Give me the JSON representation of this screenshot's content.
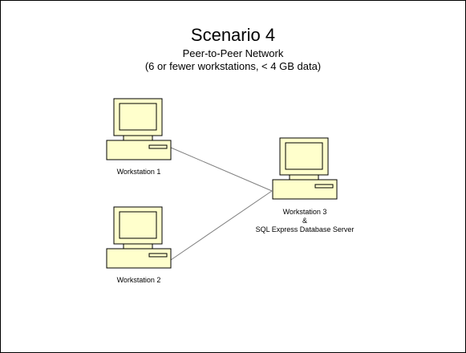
{
  "slide": {
    "title": "Scenario 4",
    "subtitle": "Peer-to-Peer Network",
    "description": "(6 or fewer workstations, < 4 GB data)"
  },
  "nodes": [
    {
      "id": "ws1",
      "label": "Workstation 1",
      "icon": "desktop-computer-icon"
    },
    {
      "id": "ws2",
      "label": "Workstation 2",
      "icon": "desktop-computer-icon"
    },
    {
      "id": "ws3",
      "label_lines": [
        "Workstation 3",
        "&",
        "SQL Express Database Server"
      ],
      "icon": "desktop-computer-icon"
    }
  ],
  "links": [
    {
      "from": "ws1",
      "to": "ws3"
    },
    {
      "from": "ws2",
      "to": "ws3"
    }
  ],
  "colors": {
    "monitor_fill": "#ffffcc",
    "screen_fill": "#ffffcc",
    "outline": "#000000",
    "link_line": "#808080"
  }
}
